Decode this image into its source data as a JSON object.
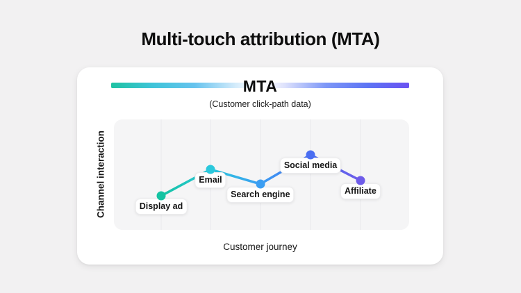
{
  "page": {
    "title": "Multi-touch attribution (MTA)"
  },
  "chart_data": {
    "type": "line",
    "title": "MTA",
    "subtitle": "(Customer click-path data)",
    "xlabel": "Customer journey",
    "ylabel": "Channel interaction",
    "legend": "none",
    "grid": "vertical gridlines at each touchpoint",
    "points": [
      {
        "label": "Display ad",
        "x_pct": 16.0,
        "y_pct": 69.2,
        "color": "#14c3a2"
      },
      {
        "label": "Email",
        "x_pct": 32.7,
        "y_pct": 45.3,
        "color": "#2bc8dc"
      },
      {
        "label": "Search engine",
        "x_pct": 49.6,
        "y_pct": 58.5,
        "color": "#3b9ef2"
      },
      {
        "label": "Social media",
        "x_pct": 66.6,
        "y_pct": 32.1,
        "color": "#4a6ef2"
      },
      {
        "label": "Affiliate",
        "x_pct": 83.5,
        "y_pct": 55.3,
        "color": "#6e5ce9"
      }
    ]
  },
  "colors": {
    "page_bg": "#f2f1f2",
    "card_bg": "#ffffff",
    "plot_bg": "#f5f5f6",
    "gridline": "#ebebee",
    "banner_gradient_left": "#1ec2a2",
    "banner_gradient_mid": "#ffffff",
    "banner_gradient_right": "#6a52f2",
    "text": "#111111"
  }
}
